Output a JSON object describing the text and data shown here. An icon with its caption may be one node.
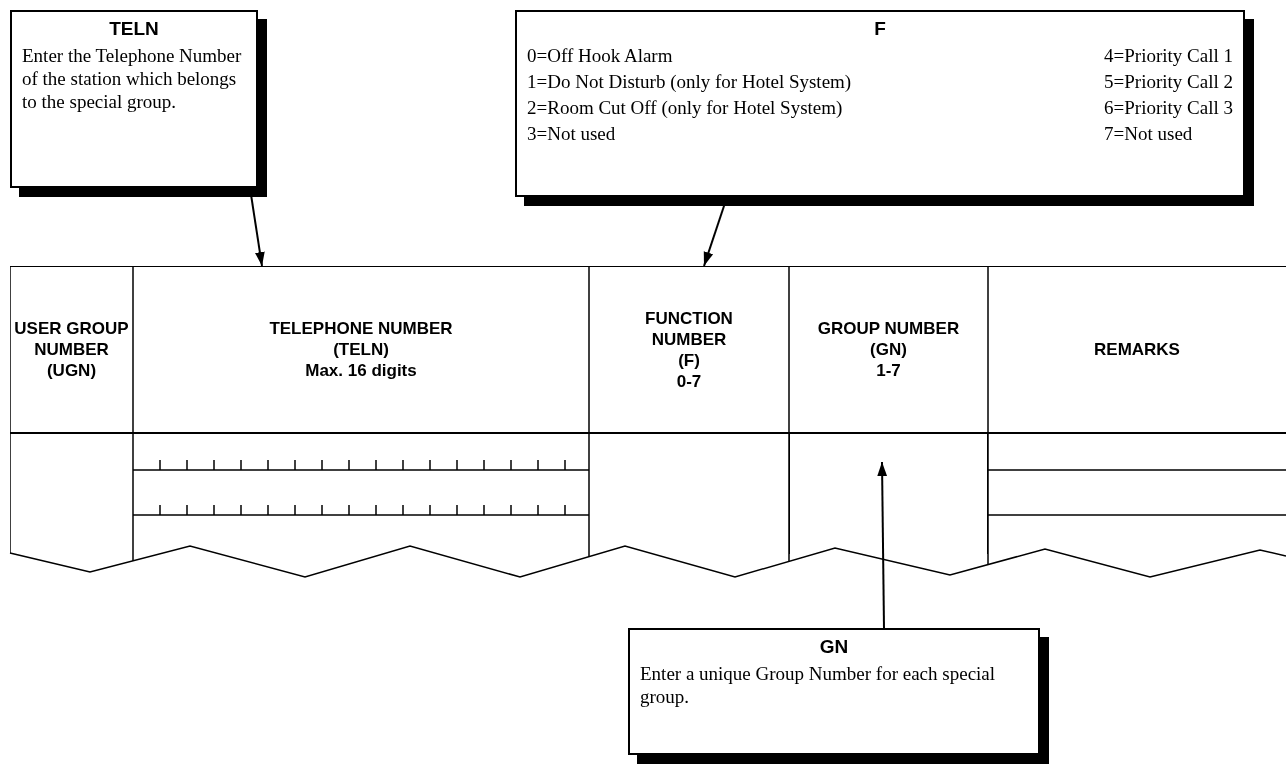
{
  "diagram": {
    "nodes": [
      {
        "text": [
          "TELN",
          "Enter the Telephone Number of the station which belongs to the special group."
        ]
      },
      {
        "text": [
          "F",
          "0=Off Hook Alarm",
          "1=Do Not Disturb (only for Hotel System)",
          "2=Room Cut Off (only for Hotel System)",
          "3=Not used",
          "4=Priority Call 1",
          "5=Priority Call 2",
          "6=Priority Call 3",
          "7=Not used"
        ]
      },
      {
        "text": [
          "USER GROUP NUMBER",
          "(UGN)"
        ]
      },
      {
        "text": [
          "TELEPHONE NUMBER",
          "(TELN)",
          "Max. 16 digits"
        ]
      },
      {
        "text": [
          "FUNCTION NUMBER",
          "(F)",
          "0-7"
        ]
      },
      {
        "text": [
          "GROUP NUMBER",
          "(GN)",
          "1-7"
        ]
      },
      {
        "text": [
          "REMARKS"
        ]
      },
      {
        "text": [],
        "shape": "box"
      },
      {
        "text": [
          "GN",
          "Enter a unique Group Number for each special group."
        ]
      }
    ],
    "edges": [
      {
        "from": 0,
        "to": 3,
        "arrow": "to"
      },
      {
        "from": 1,
        "to": 4,
        "arrow": "to"
      },
      {
        "from": 8,
        "to": 7,
        "arrow": "to"
      }
    ]
  }
}
